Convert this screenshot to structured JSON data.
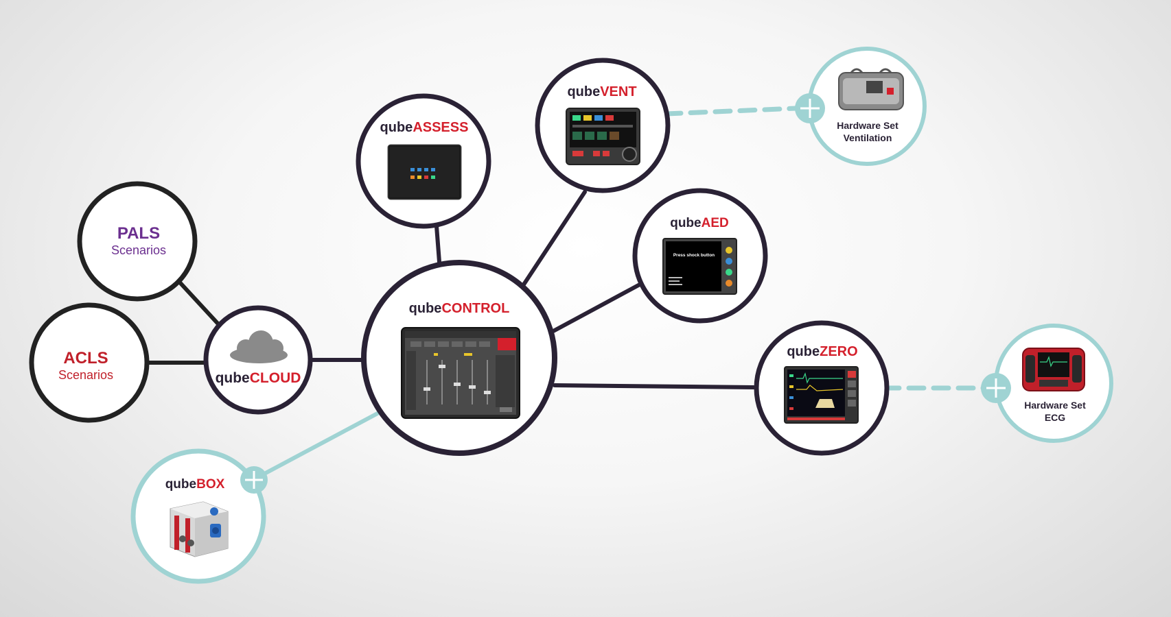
{
  "brand_prefix": "qube",
  "colors": {
    "node_border": "#2a2235",
    "addon_border": "#9fd3d3",
    "brand_red": "#d4202c",
    "dark_text": "#2a2235",
    "pals_purple": "#6b2f8f",
    "acls_red": "#c0202a",
    "sub_text": "#2a2235"
  },
  "scenarios": {
    "pals": {
      "title": "PALS",
      "subtitle": "Scenarios"
    },
    "acls": {
      "title": "ACLS",
      "subtitle": "Scenarios"
    }
  },
  "nodes": {
    "cloud": {
      "suffix": "CLOUD",
      "icon": "cloud-icon"
    },
    "control": {
      "suffix": "CONTROL",
      "icon": "tablet-control-icon"
    },
    "assess": {
      "suffix": "ASSESS",
      "icon": "tablet-assess-icon"
    },
    "vent": {
      "suffix": "VENT",
      "icon": "ventilator-monitor-icon"
    },
    "aed": {
      "suffix": "AED",
      "icon": "aed-screen-icon",
      "screen_text": "Press shock button"
    },
    "zero": {
      "suffix": "ZERO",
      "icon": "patient-monitor-icon"
    },
    "box": {
      "suffix": "BOX",
      "icon": "hardware-box-icon"
    }
  },
  "addons": {
    "ventilation": {
      "line1": "Hardware Set",
      "line2": "Ventilation",
      "icon": "ventilation-bag-icon"
    },
    "ecg": {
      "line1": "Hardware Set",
      "line2": "ECG",
      "icon": "defibrillator-icon"
    }
  }
}
